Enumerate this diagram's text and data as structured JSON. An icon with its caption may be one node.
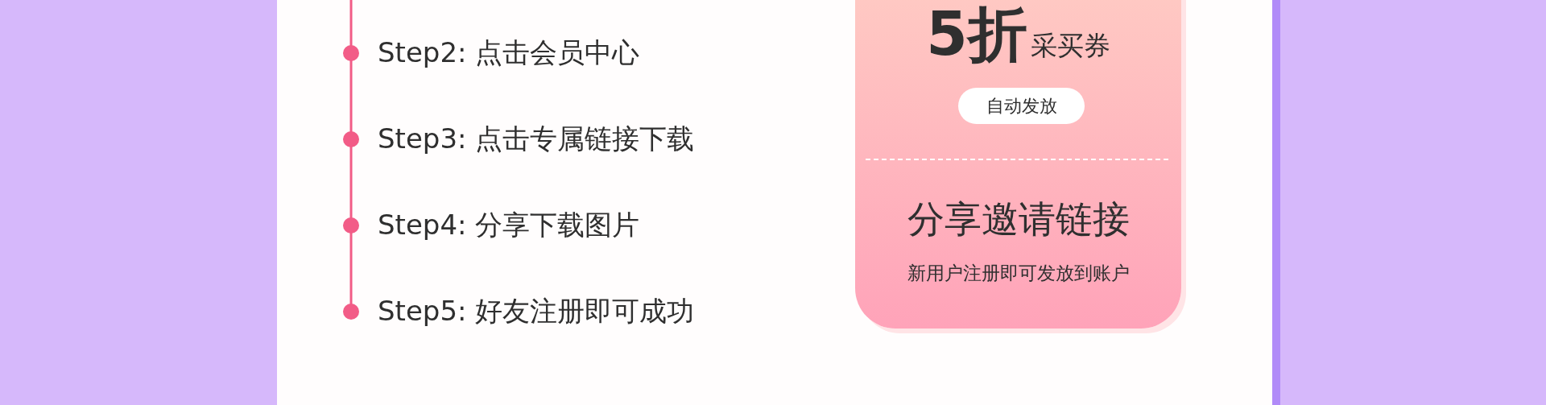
{
  "diagram": {
    "nodes": [
      {
        "text": [
          "5折",
          "采买券",
          "分享邀请链接",
          "新用户注册即可发放到账户"
        ]
      },
      {
        "text": [
          "自动发放"
        ],
        "in": 0
      }
    ],
    "labels": [
      "Step2: 点击会员中心",
      "Step3: 点击专属链接下载",
      "Step4: 分享下载图片",
      "Step5: 好友注册即可成功"
    ]
  }
}
